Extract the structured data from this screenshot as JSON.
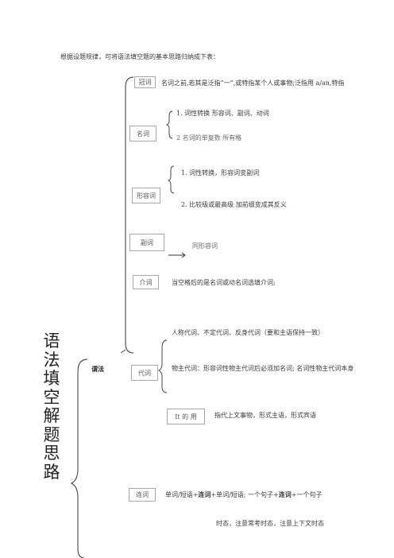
{
  "intro": "根据设题规律，可将语法填空题的基本思路归纳成下表：",
  "title": "语法填空解题思路",
  "side_label": "谓法",
  "categories": {
    "article": {
      "label": "冠词",
      "desc": "名词之前,若其是泛指“一”,或特指某个人或事物;泛指用 a/an,特指"
    },
    "noun": {
      "label": "名词",
      "item1": "1. 词性转换      形容词、副词、动词",
      "item2": "2   名词的单复数  所有格"
    },
    "adjective": {
      "label": "形容词",
      "item1": "1. 词性转换，形容词变副词",
      "item2": "2. 比较级或最高级   加前缀变成其反义"
    },
    "adverb": {
      "label": "副词",
      "desc": "同形容词"
    },
    "preposition": {
      "label": "介词",
      "desc": "当空格后的是名词或动名词选填介词;"
    },
    "pronoun": {
      "label": "代词",
      "item1": "人称代词、不定代词、反身代词（要和主语保持一致）",
      "item2": "物主代词：形容词性物主代词后必须加名词; 名词性物主代词本身",
      "it_label": "It  的 用",
      "it_desc": "指代上文事物，形式主语，形式宾语"
    },
    "conjunction": {
      "label": "连词",
      "desc_a": "单词/短语+",
      "bold1": "连词",
      "desc_b": "+单词/短语; 一个句子+",
      "bold2": "连词",
      "desc_c": "+一个句子"
    },
    "tense": {
      "desc": "时态，注意常考时态，注意上下文时态"
    }
  }
}
